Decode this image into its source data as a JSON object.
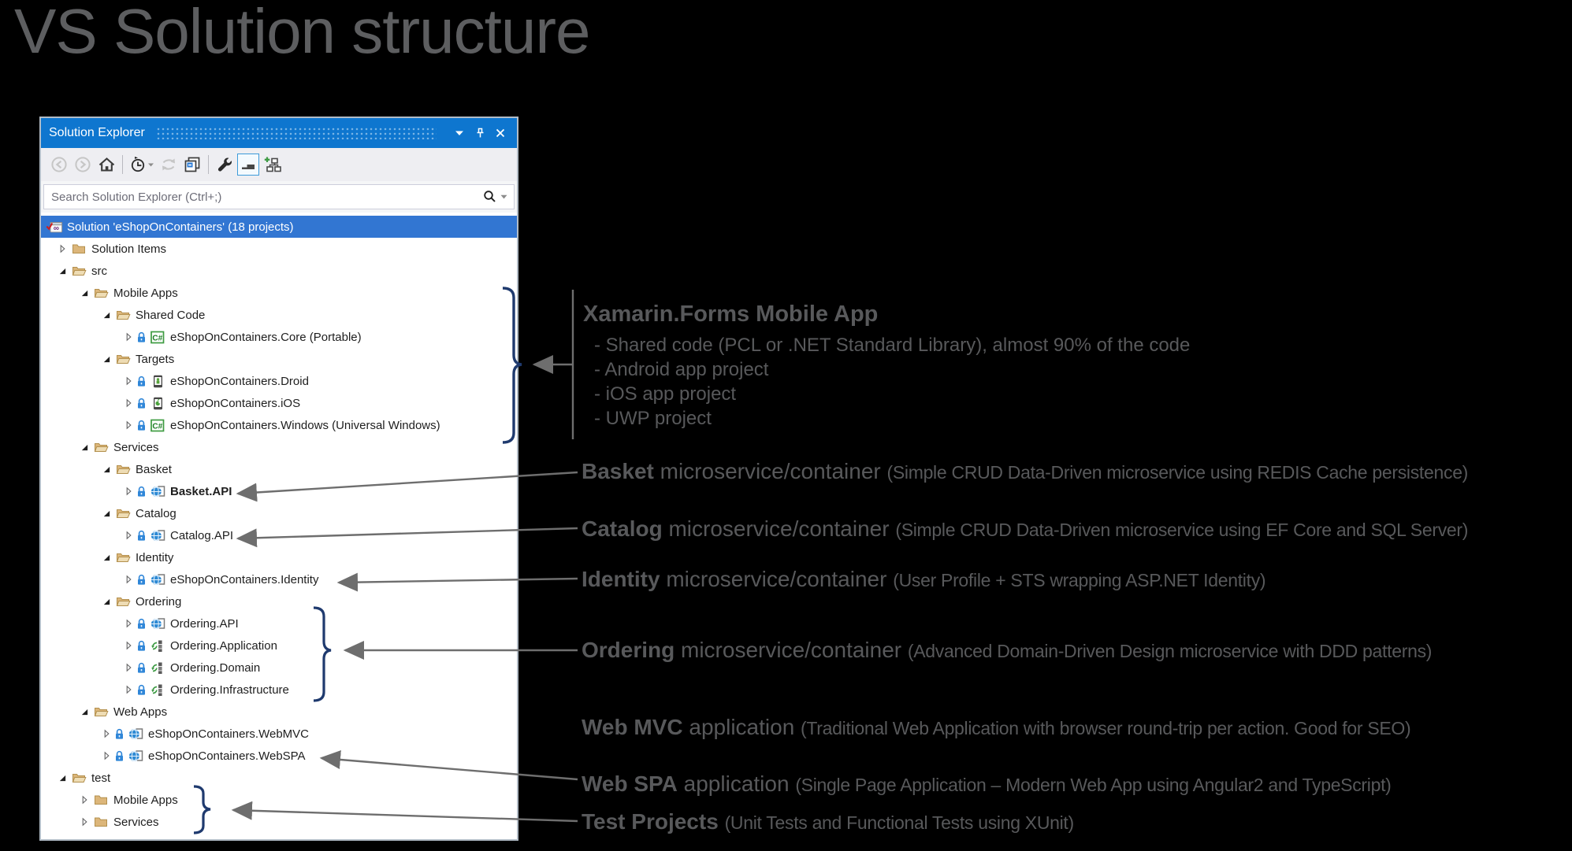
{
  "page": {
    "title": "VS Solution structure"
  },
  "panel": {
    "title": "Solution Explorer",
    "titlebar_icons": [
      "window-position-chevron",
      "pin",
      "close"
    ],
    "toolbar_icons": [
      "back",
      "forward",
      "home",
      "pending-changes-filter",
      "sync-with-active-document",
      "collapse-all",
      "properties",
      "show-all-files",
      "add-diagram"
    ],
    "search": {
      "placeholder": "Search Solution Explorer (Ctrl+;)"
    },
    "tree": [
      {
        "label": "Solution 'eShopOnContainers' (18 projects)",
        "level": 0,
        "arrow": "none",
        "icon": "solution",
        "lock": false,
        "bold": false,
        "selected": true
      },
      {
        "label": "Solution Items",
        "level": 1,
        "arrow": "collapsed",
        "icon": "folder-closed",
        "lock": false,
        "bold": false,
        "selected": false
      },
      {
        "label": "src",
        "level": 1,
        "arrow": "expanded",
        "icon": "folder-open",
        "lock": false,
        "bold": false,
        "selected": false
      },
      {
        "label": "Mobile Apps",
        "level": 2,
        "arrow": "expanded",
        "icon": "folder-open",
        "lock": false,
        "bold": false,
        "selected": false
      },
      {
        "label": "Shared Code",
        "level": 3,
        "arrow": "expanded",
        "icon": "folder-open",
        "lock": false,
        "bold": false,
        "selected": false
      },
      {
        "label": "eShopOnContainers.Core (Portable)",
        "level": 4,
        "arrow": "collapsed",
        "icon": "csharp",
        "lock": true,
        "bold": false,
        "selected": false
      },
      {
        "label": "Targets",
        "level": 3,
        "arrow": "expanded",
        "icon": "folder-open",
        "lock": false,
        "bold": false,
        "selected": false
      },
      {
        "label": "eShopOnContainers.Droid",
        "level": 4,
        "arrow": "collapsed",
        "icon": "droid",
        "lock": true,
        "bold": false,
        "selected": false
      },
      {
        "label": "eShopOnContainers.iOS",
        "level": 4,
        "arrow": "collapsed",
        "icon": "ios",
        "lock": true,
        "bold": false,
        "selected": false
      },
      {
        "label": "eShopOnContainers.Windows (Universal Windows)",
        "level": 4,
        "arrow": "collapsed",
        "icon": "csharp",
        "lock": true,
        "bold": false,
        "selected": false
      },
      {
        "label": "Services",
        "level": 2,
        "arrow": "expanded",
        "icon": "folder-open",
        "lock": false,
        "bold": false,
        "selected": false
      },
      {
        "label": "Basket",
        "level": 3,
        "arrow": "expanded",
        "icon": "folder-open",
        "lock": false,
        "bold": false,
        "selected": false
      },
      {
        "label": "Basket.API",
        "level": 4,
        "arrow": "collapsed",
        "icon": "globe",
        "lock": true,
        "bold": true,
        "selected": false
      },
      {
        "label": "Catalog",
        "level": 3,
        "arrow": "expanded",
        "icon": "folder-open",
        "lock": false,
        "bold": false,
        "selected": false
      },
      {
        "label": "Catalog.API",
        "level": 4,
        "arrow": "collapsed",
        "icon": "globe",
        "lock": true,
        "bold": false,
        "selected": false
      },
      {
        "label": "Identity",
        "level": 3,
        "arrow": "expanded",
        "icon": "folder-open",
        "lock": false,
        "bold": false,
        "selected": false
      },
      {
        "label": "eShopOnContainers.Identity",
        "level": 4,
        "arrow": "collapsed",
        "icon": "globe",
        "lock": true,
        "bold": false,
        "selected": false
      },
      {
        "label": "Ordering",
        "level": 3,
        "arrow": "expanded",
        "icon": "folder-open",
        "lock": false,
        "bold": false,
        "selected": false
      },
      {
        "label": "Ordering.API",
        "level": 4,
        "arrow": "collapsed",
        "icon": "globe",
        "lock": true,
        "bold": false,
        "selected": false
      },
      {
        "label": "Ordering.Application",
        "level": 4,
        "arrow": "collapsed",
        "icon": "classlib",
        "lock": true,
        "bold": false,
        "selected": false
      },
      {
        "label": "Ordering.Domain",
        "level": 4,
        "arrow": "collapsed",
        "icon": "classlib",
        "lock": true,
        "bold": false,
        "selected": false
      },
      {
        "label": "Ordering.Infrastructure",
        "level": 4,
        "arrow": "collapsed",
        "icon": "classlib",
        "lock": true,
        "bold": false,
        "selected": false
      },
      {
        "label": "Web Apps",
        "level": 2,
        "arrow": "expanded",
        "icon": "folder-open",
        "lock": false,
        "bold": false,
        "selected": false
      },
      {
        "label": "eShopOnContainers.WebMVC",
        "level": 3,
        "arrow": "collapsed",
        "icon": "globe",
        "lock": true,
        "bold": false,
        "selected": false
      },
      {
        "label": "eShopOnContainers.WebSPA",
        "level": 3,
        "arrow": "collapsed",
        "icon": "globe",
        "lock": true,
        "bold": false,
        "selected": false
      },
      {
        "label": "test",
        "level": 1,
        "arrow": "expanded",
        "icon": "folder-open",
        "lock": false,
        "bold": false,
        "selected": false
      },
      {
        "label": "Mobile Apps",
        "level": 2,
        "arrow": "collapsed",
        "icon": "folder-closed",
        "lock": false,
        "bold": false,
        "selected": false
      },
      {
        "label": "Services",
        "level": 2,
        "arrow": "collapsed",
        "icon": "folder-closed",
        "lock": false,
        "bold": false,
        "selected": false
      }
    ]
  },
  "annotations": [
    {
      "key": "xamarin",
      "bold": "Xamarin.Forms Mobile App",
      "normal": "",
      "paren": "",
      "bullets": [
        "- Shared code (PCL or .NET Standard Library), almost 90% of the code",
        "- Android app project",
        "- iOS app project",
        "- UWP project"
      ]
    },
    {
      "key": "basket",
      "bold": "Basket",
      "normal": " microservice/container ",
      "paren": "(Simple CRUD Data-Driven microservice using REDIS Cache persistence)",
      "bullets": []
    },
    {
      "key": "catalog",
      "bold": "Catalog",
      "normal": " microservice/container ",
      "paren": "(Simple CRUD Data-Driven microservice using EF Core and SQL Server)",
      "bullets": []
    },
    {
      "key": "identity",
      "bold": "Identity",
      "normal": " microservice/container ",
      "paren": "(User Profile + STS wrapping ASP.NET Identity)",
      "bullets": []
    },
    {
      "key": "ordering",
      "bold": "Ordering",
      "normal": " microservice/container ",
      "paren": "(Advanced Domain-Driven Design microservice with DDD patterns)",
      "bullets": []
    },
    {
      "key": "webmvc",
      "bold": "Web MVC",
      "normal": " application ",
      "paren": "(Traditional Web Application with browser round-trip per action. Good for SEO)",
      "bullets": []
    },
    {
      "key": "webspa",
      "bold": "Web SPA",
      "normal": " application ",
      "paren": "(Single Page Application – Modern Web App using Angular2 and TypeScript)",
      "bullets": []
    },
    {
      "key": "test",
      "bold": "Test Projects",
      "normal": " ",
      "paren": "(Unit Tests and Functional Tests using XUnit)",
      "bullets": []
    }
  ],
  "colors": {
    "titlebar_blue": "#0e76cf",
    "selection_blue": "#3276d2",
    "folder_tan": "#dcb67a",
    "brace_navy": "#1f3a6e",
    "connector_gray": "#6e6e6e",
    "annotation_gray": "#58595b",
    "toolbar_bg": "#eeeef2"
  }
}
